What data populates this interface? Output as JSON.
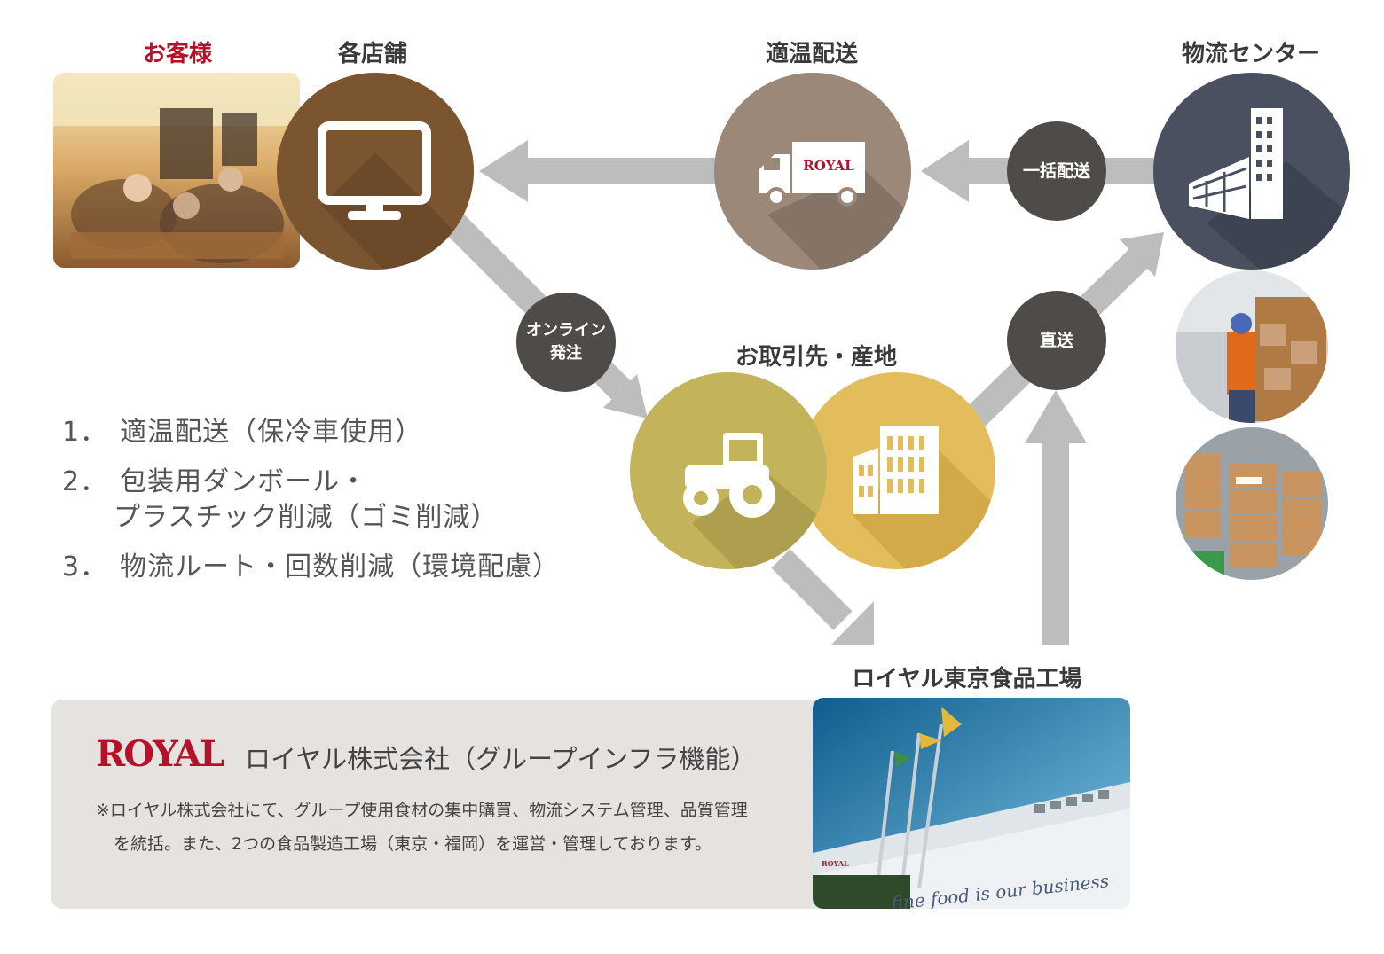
{
  "nodes": {
    "customers": {
      "label": "お客様"
    },
    "stores": {
      "label": "各店舗"
    },
    "delivery": {
      "label": "適温配送",
      "truck_logo": "ROYAL"
    },
    "logistics": {
      "label": "物流センター"
    },
    "suppliers": {
      "label": "お取引先・産地"
    },
    "factory": {
      "label": "ロイヤル東京食品工場",
      "slogan": "fine food is our business",
      "sign": "ROYAL"
    }
  },
  "connectors": {
    "bulk": "一括配送",
    "online_line1": "オンライン",
    "online_line2": "発注",
    "direct": "直送"
  },
  "list": [
    {
      "num": "1．",
      "line1": "適温配送（保冷車使用）"
    },
    {
      "num": "2．",
      "line1": "包装用ダンボール・",
      "line2": "プラスチック削減（ゴミ削減）"
    },
    {
      "num": "3．",
      "line1": "物流ルート・回数削減（環境配慮）"
    }
  ],
  "footer": {
    "logo": "ROYAL",
    "company": "ロイヤル株式会社（グループインフラ機能）",
    "note_line1": "※ロイヤル株式会社にて、グループ使用食材の集中購買、物流システム管理、品質管理",
    "note_line2": "を統括。また、2つの食品製造工場（東京・福岡）を運営・管理しております。"
  },
  "colors": {
    "brand_red": "#b5122a",
    "store_brown": "#7a5530",
    "delivery_taupe": "#9b8878",
    "logistics_slate": "#4a5060",
    "supplier_olive": "#c3b35a",
    "supplier_gold": "#e3bd5b",
    "connector_dark": "#4e4b49",
    "arrow_gray": "#bdbdbd"
  },
  "icons": [
    "monitor-icon",
    "truck-icon",
    "building-icon",
    "tractor-icon",
    "factory-icon"
  ]
}
